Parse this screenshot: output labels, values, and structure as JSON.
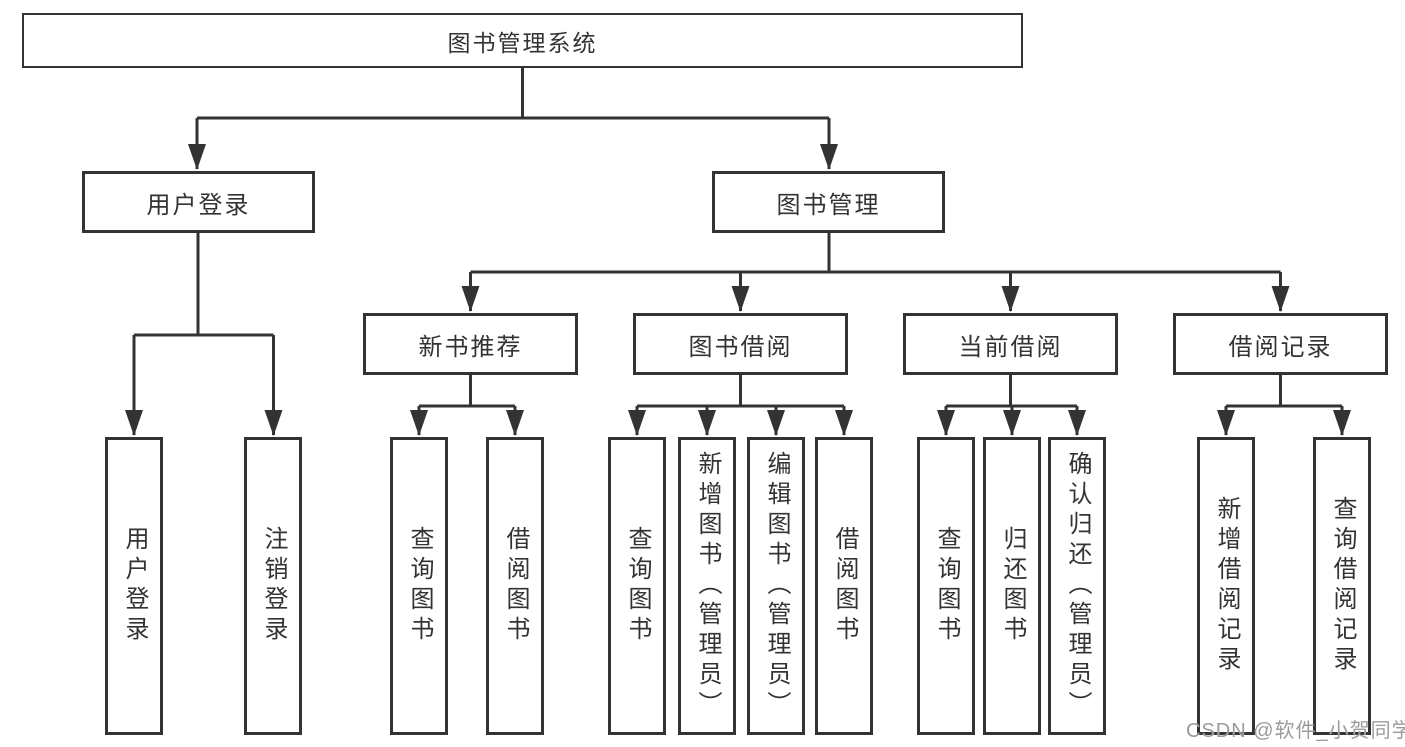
{
  "diagram": {
    "title": "图书管理系统",
    "nodes": {
      "root": "图书管理系统",
      "user_login": "用户登录",
      "book_mgmt": "图书管理",
      "new_book_rec": "新书推荐",
      "book_borrow": "图书借阅",
      "current_borrow": "当前借阅",
      "borrow_record": "借阅记录",
      "ul_login": "用户登录",
      "ul_logout": "注销登录",
      "nr_query": "查询图书",
      "nr_borrow": "借阅图书",
      "bb_query": "查询图书",
      "bb_add": "新增图书（管理员）",
      "bb_edit": "编辑图书（管理员）",
      "bb_borrow": "借阅图书",
      "cb_query": "查询图书",
      "cb_return": "归还图书",
      "cb_confirm": "确认归还（管理员）",
      "br_add": "新增借阅记录",
      "br_query": "查询借阅记录"
    },
    "colors": {
      "line": "#333333",
      "box_border": "#333333",
      "text": "#333333",
      "watermark": "#9b9b9b",
      "background": "#ffffff"
    },
    "watermark": "CSDN @软件_小贺同学"
  }
}
